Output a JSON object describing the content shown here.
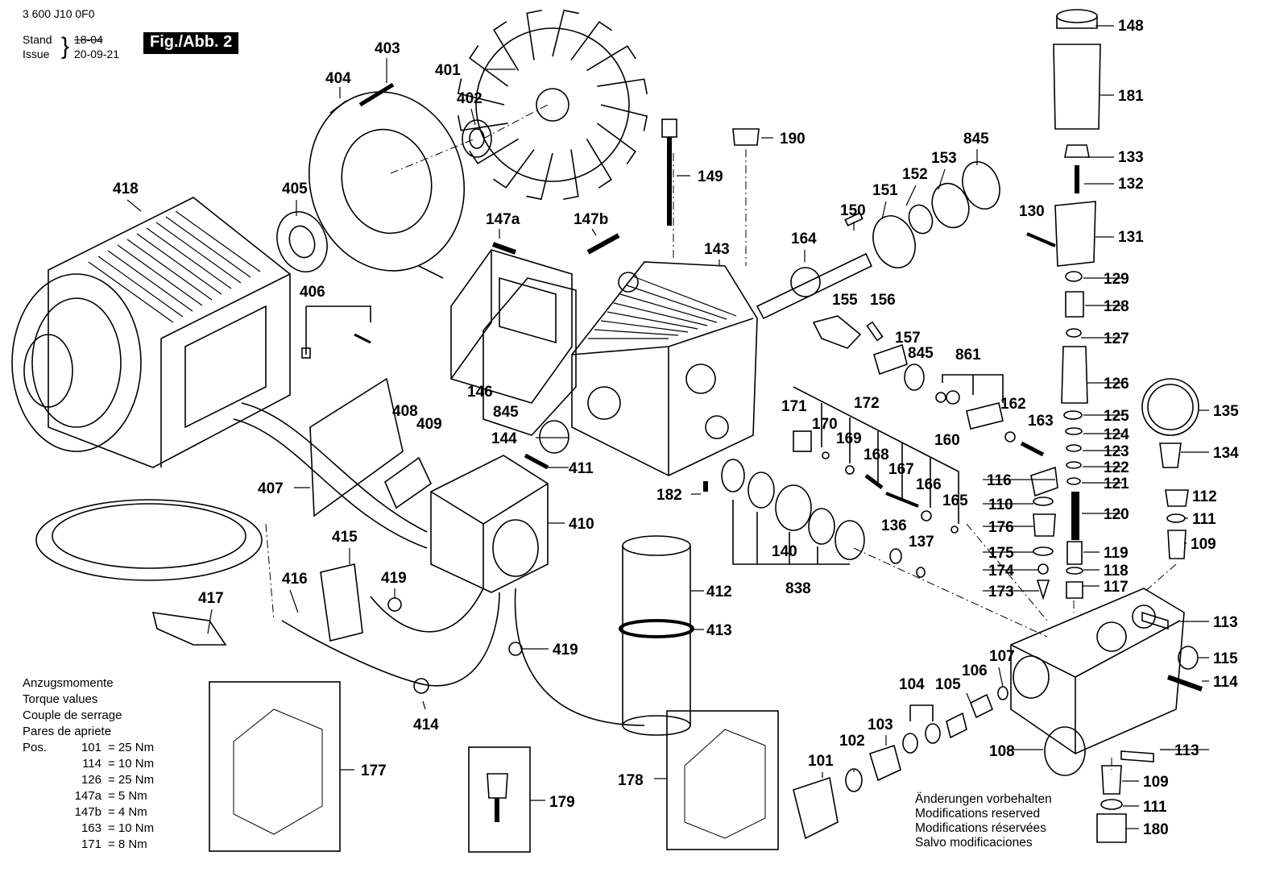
{
  "header": {
    "doc_number": "3 600 J10 0F0",
    "stand_label": "Stand",
    "issue_label": "Issue",
    "stand_value_struck": "18-04",
    "issue_value": "20-09-21",
    "figure": "Fig./Abb. 2"
  },
  "torque": {
    "title_lines": [
      "Anzugsmomente",
      "Torque values",
      "Couple de serrage",
      "Pares de apriete"
    ],
    "rows": [
      {
        "pos": "Pos.",
        "part": "101",
        "value": "= 25 Nm"
      },
      {
        "pos": "",
        "part": "114",
        "value": "= 10 Nm"
      },
      {
        "pos": "",
        "part": "126",
        "value": "= 25 Nm"
      },
      {
        "pos": "",
        "part": "147a",
        "value": "=  5 Nm"
      },
      {
        "pos": "",
        "part": "147b",
        "value": "=  4 Nm"
      },
      {
        "pos": "",
        "part": "163",
        "value": "= 10 Nm"
      },
      {
        "pos": "",
        "part": "171",
        "value": "=  8 Nm"
      }
    ]
  },
  "modifications": [
    "Änderungen vorbehalten",
    "Modifications reserved",
    "Modifications réservées",
    "Salvo modificaciones"
  ],
  "callouts": [
    "403",
    "404",
    "401",
    "402",
    "418",
    "405",
    "147a",
    "147b",
    "149",
    "190",
    "148",
    "181",
    "133",
    "132",
    "130",
    "131",
    "143",
    "845",
    "153",
    "152",
    "151",
    "150",
    "164",
    "406",
    "155",
    "156",
    "157",
    "845",
    "861",
    "146",
    "845",
    "408",
    "409",
    "171",
    "170",
    "172",
    "169",
    "168",
    "162",
    "163",
    "160",
    "144",
    "411",
    "167",
    "166",
    "165",
    "182",
    "407",
    "410",
    "116",
    "110",
    "112",
    "111",
    "129",
    "128",
    "127",
    "126",
    "125",
    "124",
    "123",
    "122",
    "121",
    "120",
    "135",
    "134",
    "136",
    "137",
    "140",
    "838",
    "176",
    "175",
    "174",
    "173",
    "119",
    "118",
    "117",
    "109",
    "415",
    "416",
    "419",
    "417",
    "412",
    "413",
    "419",
    "414",
    "177",
    "179",
    "178",
    "101",
    "102",
    "103",
    "104",
    "105",
    "106",
    "107",
    "108",
    "113",
    "115",
    "114",
    "113",
    "109",
    "111",
    "180"
  ]
}
